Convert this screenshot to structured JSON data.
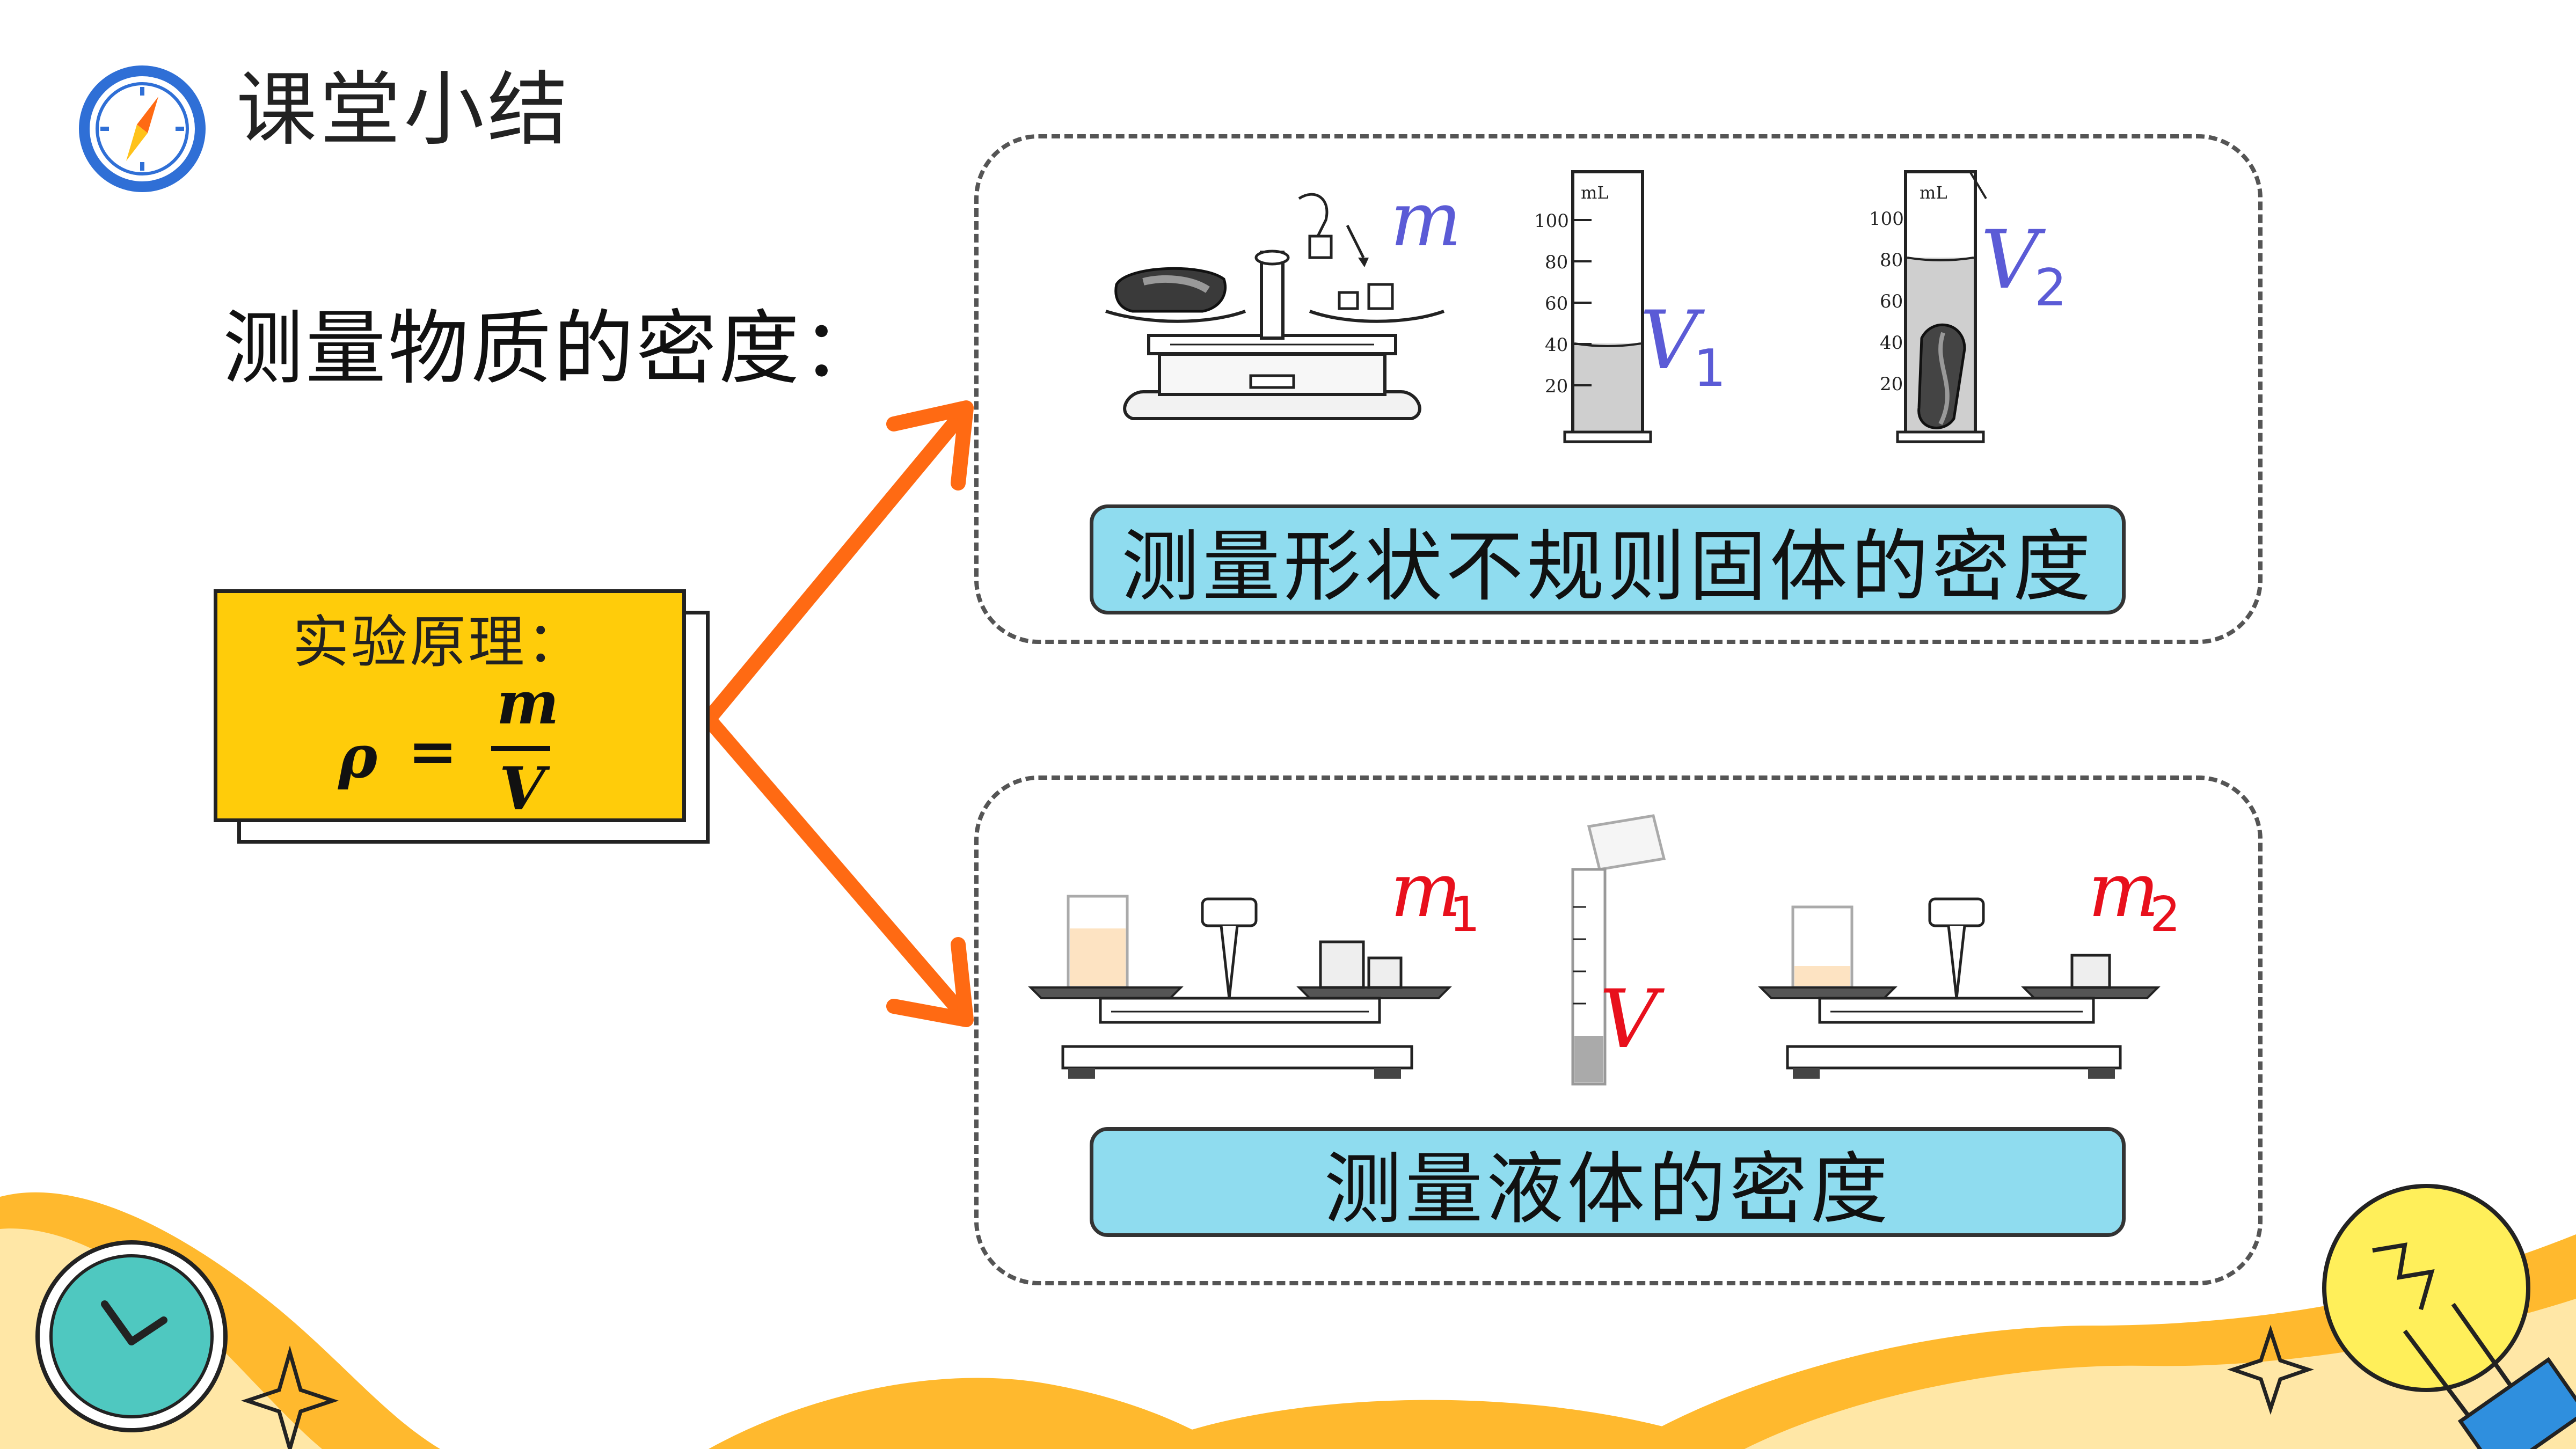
{
  "header": {
    "title": "课堂小结",
    "icon": "compass-icon"
  },
  "main": {
    "subtitle": "测量物质的密度：",
    "principle": {
      "label": "实验原理：",
      "formula": {
        "lhs": "ρ",
        "equals": "=",
        "numerator": "m",
        "denominator": "V"
      }
    },
    "solid": {
      "label": "测量形状不规则固体的密度",
      "symbols": {
        "mass": "m",
        "v1": "V",
        "v1_sub": "1",
        "v2": "V",
        "v2_sub": "2"
      },
      "cylinder_unit": "mL",
      "cylinder_ticks": [
        "100",
        "80",
        "60",
        "40",
        "20"
      ],
      "symbol_color": "#5b5bd6"
    },
    "liquid": {
      "label": "测量液体的密度",
      "symbols": {
        "m1": "m",
        "m1_sub": "1",
        "v": "V",
        "m2": "m",
        "m2_sub": "2"
      },
      "symbol_color": "#e8101c"
    }
  },
  "colors": {
    "accent_orange": "#ff6a13",
    "bg_yellow": "#ffb92e",
    "principle_yellow": "#ffcc0a",
    "label_blue": "#8fdcef",
    "clock_teal": "#4fc8c0"
  }
}
